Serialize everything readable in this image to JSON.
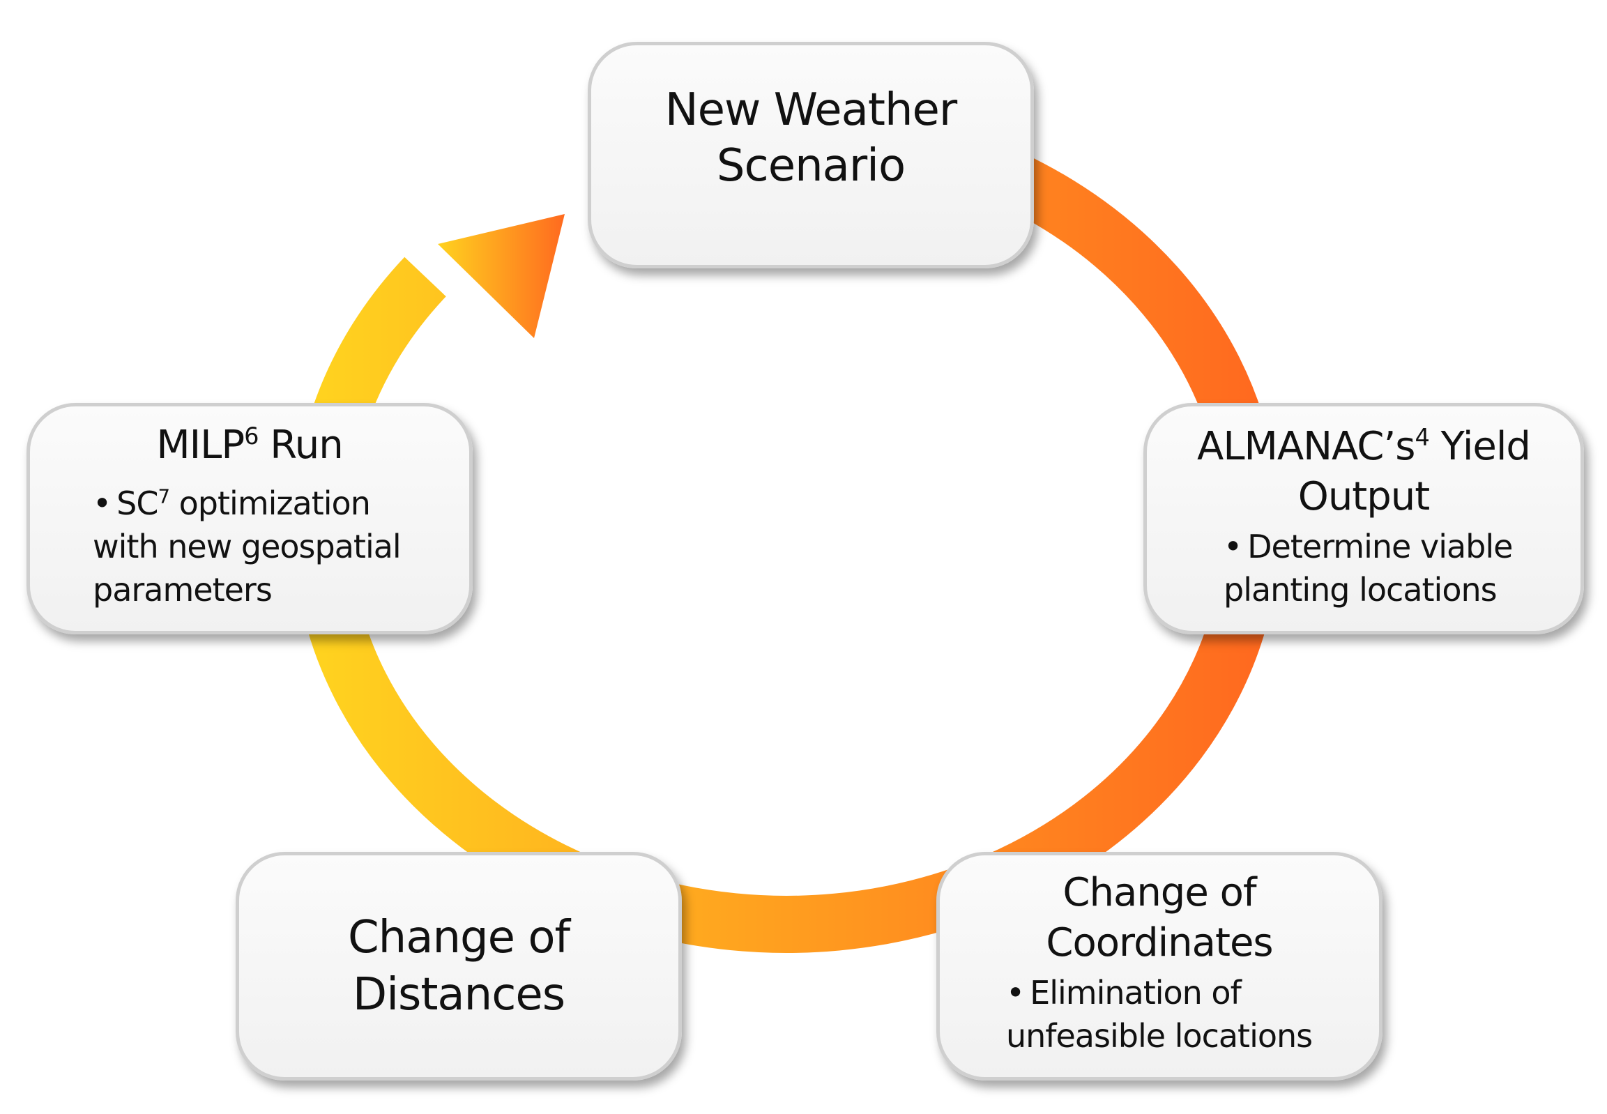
{
  "colors": {
    "arc_start": "#ffd21f",
    "arc_end": "#ff6a1f",
    "box_fill": "#f4f4f4",
    "box_border": "#cfcfcf"
  },
  "nodes": {
    "weather": {
      "title_line1": "New Weather",
      "title_line2": "Scenario"
    },
    "almanac": {
      "title_pre": "ALMANAC’s",
      "title_sup": "4",
      "title_post": " Yield",
      "title_line2": "Output",
      "bullet_line1": "Determine viable",
      "bullet_line2": "planting locations"
    },
    "coordinates": {
      "title_line1": "Change of",
      "title_line2": "Coordinates",
      "bullet_line1": "Elimination of",
      "bullet_line2": "unfeasible locations"
    },
    "distances": {
      "title_line1": "Change of",
      "title_line2": "Distances"
    },
    "milp": {
      "title_pre": "MILP",
      "title_sup": "6",
      "title_post": " Run",
      "bullet_pre": "SC",
      "bullet_sup": "7",
      "bullet_post": " optimization",
      "bullet_line2": "with new geospatial",
      "bullet_line3": "parameters"
    }
  },
  "bullet_symbol": "•"
}
